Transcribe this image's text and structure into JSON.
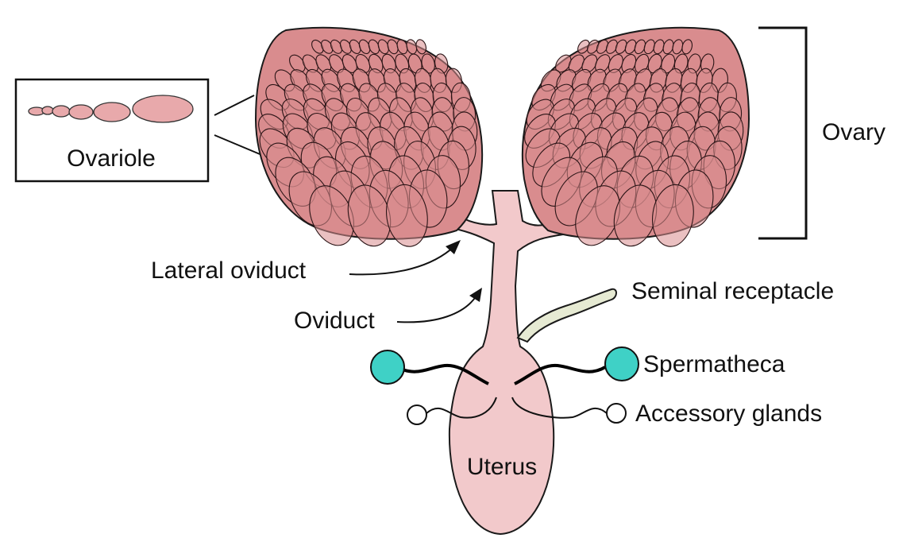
{
  "labels": {
    "ovariole": "Ovariole",
    "ovary": "Ovary",
    "lateral_oviduct": "Lateral oviduct",
    "oviduct": "Oviduct",
    "seminal_receptacle": "Seminal receptacle",
    "spermatheca": "Spermatheca",
    "accessory_glands": "Accessory glands",
    "uterus": "Uterus"
  },
  "colors": {
    "ovary_fill": "#d98c8e",
    "ovariole_fill": "#e8a9ab",
    "duct_fill": "#f2c9cb",
    "spermatheca_fill": "#3fd1c6",
    "seminal_receptacle_fill": "#e6ead3",
    "accessory_gland_fill": "#ffffff",
    "outline": "#1a1a1a"
  }
}
